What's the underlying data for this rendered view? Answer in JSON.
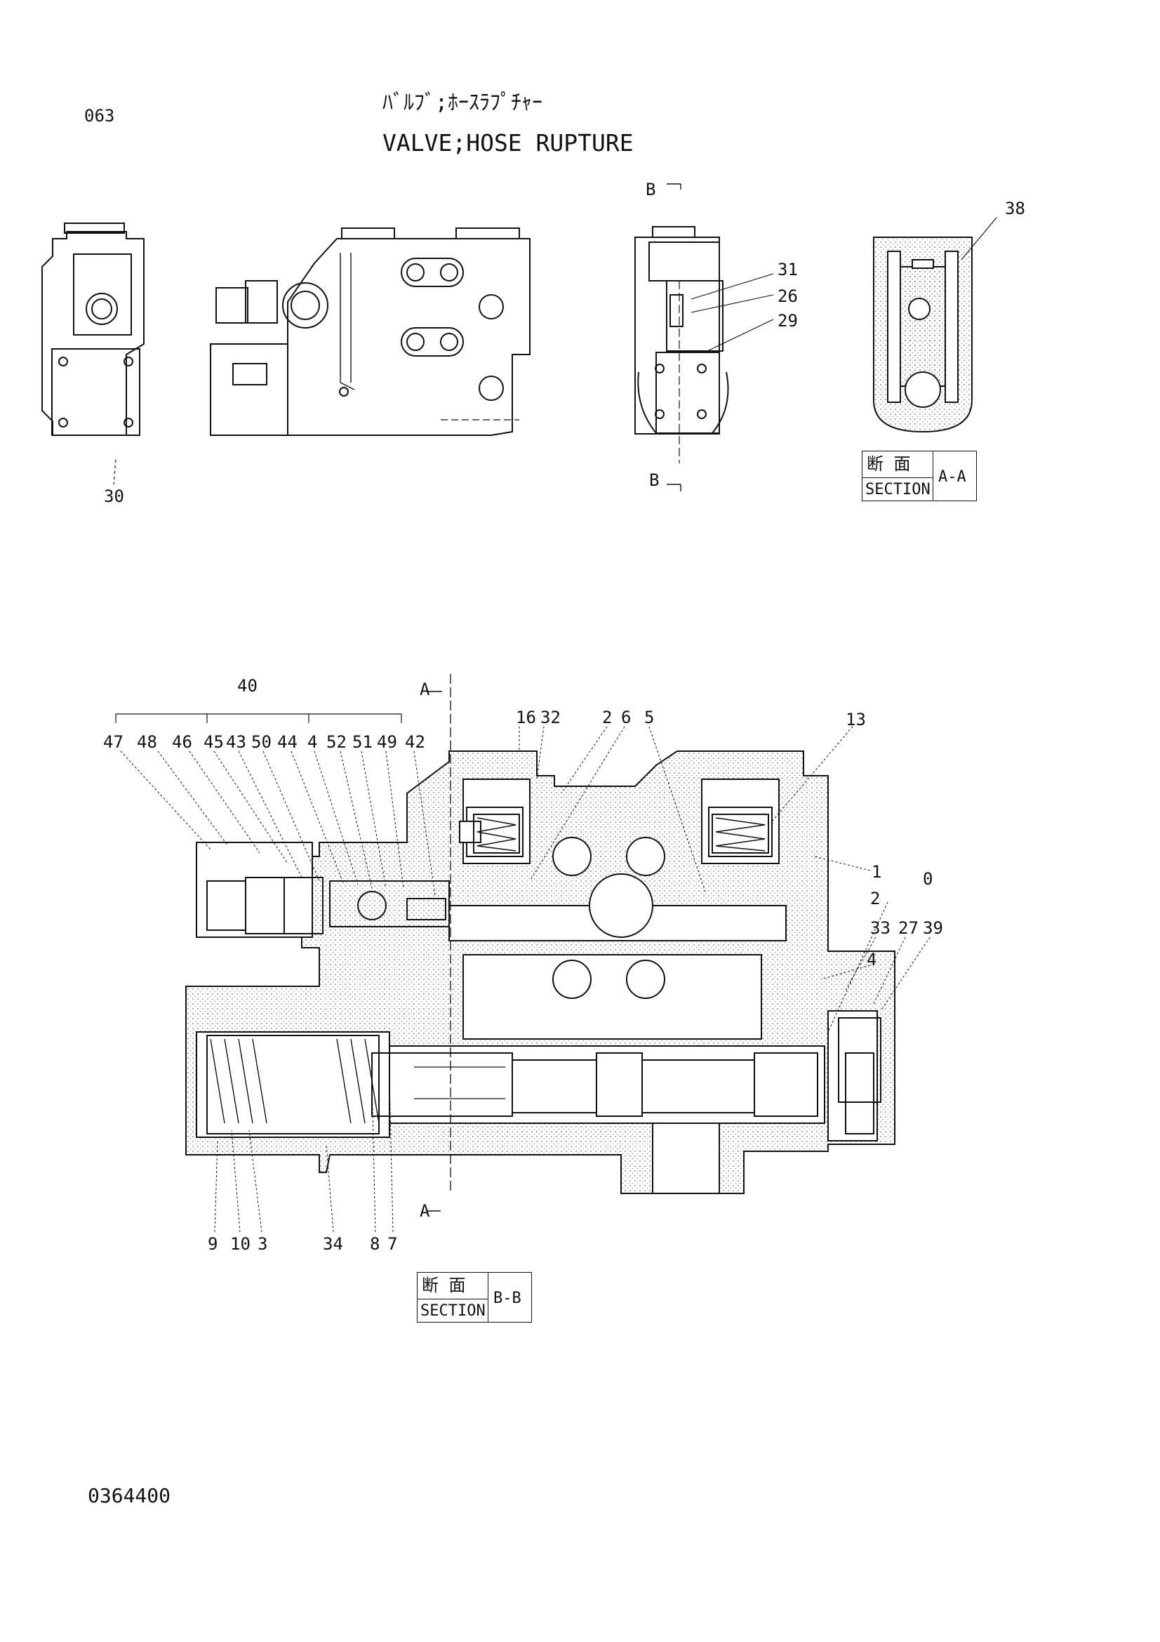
{
  "page_number": "063",
  "title_jp": "ﾊﾞﾙﾌﾞ;ﾎｰｽﾗﾌﾟﾁｬｰ",
  "title_en": "VALVE;HOSE RUPTURE",
  "drawing_number": "0364400",
  "section_aa": {
    "jp": "断 面",
    "en": "SECTION",
    "id": "A-A"
  },
  "section_bb": {
    "jp": "断 面",
    "en": "SECTION",
    "id": "B-B"
  },
  "markers": {
    "b_top": "B",
    "b_bottom": "B",
    "a_top": "A",
    "a_bottom": "A"
  },
  "callouts": {
    "c30": "30",
    "c31": "31",
    "c26": "26",
    "c29": "29",
    "c38": "38",
    "c40": "40",
    "c47": "47",
    "c48": "48",
    "c46": "46",
    "c45": "45",
    "c43": "43",
    "c50": "50",
    "c44": "44",
    "c4a": "4",
    "c52": "52",
    "c51": "51",
    "c49": "49",
    "c42": "42",
    "c16": "16",
    "c32": "32",
    "c2a": "2",
    "c6": "6",
    "c5": "5",
    "c13": "13",
    "c1": "1",
    "c0": "0",
    "c2b": "2",
    "c33": "33",
    "c27": "27",
    "c39": "39",
    "c4b": "4",
    "c9": "9",
    "c10": "10",
    "c3": "3",
    "c34": "34",
    "c8": "8",
    "c7": "7"
  }
}
